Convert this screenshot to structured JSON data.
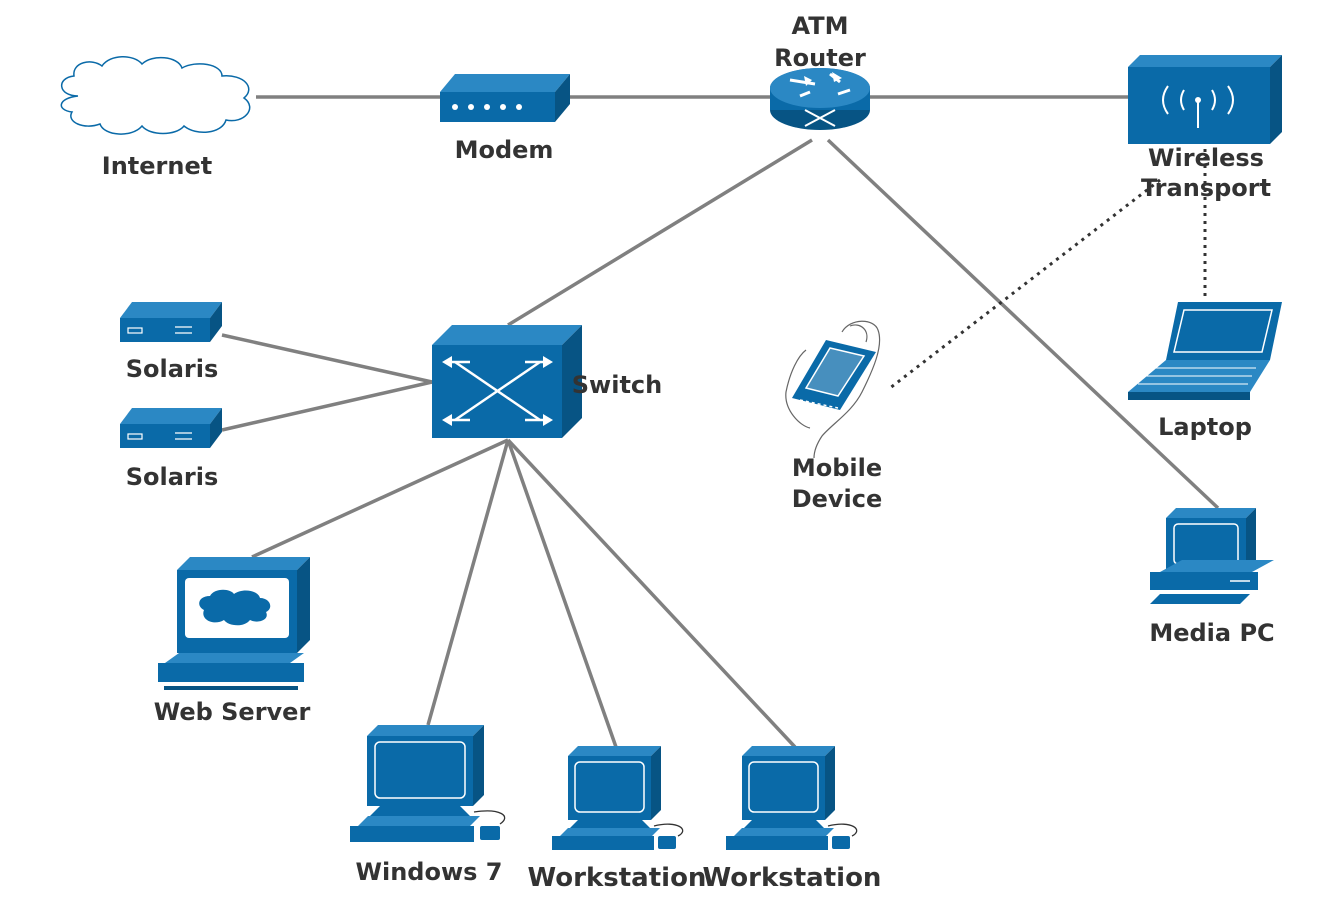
{
  "diagram": {
    "nodes": {
      "internet": "Internet",
      "modem": "Modem",
      "router_line1": "ATM",
      "router_line2": "Router",
      "wireless_line1": "Wireless",
      "wireless_line2": "Transport",
      "solaris_1": "Solaris",
      "solaris_2": "Solaris",
      "switch": "Switch",
      "mobile_line1": "Mobile",
      "mobile_line2": "Device",
      "laptop": "Laptop",
      "media_pc": "Media PC",
      "web_server": "Web Server",
      "windows7": "Windows 7",
      "workstation_1": "Workstation",
      "workstation_2": "Workstation"
    },
    "colors": {
      "device": "#0a6aa8",
      "link": "#808080",
      "label": "#333333"
    }
  }
}
